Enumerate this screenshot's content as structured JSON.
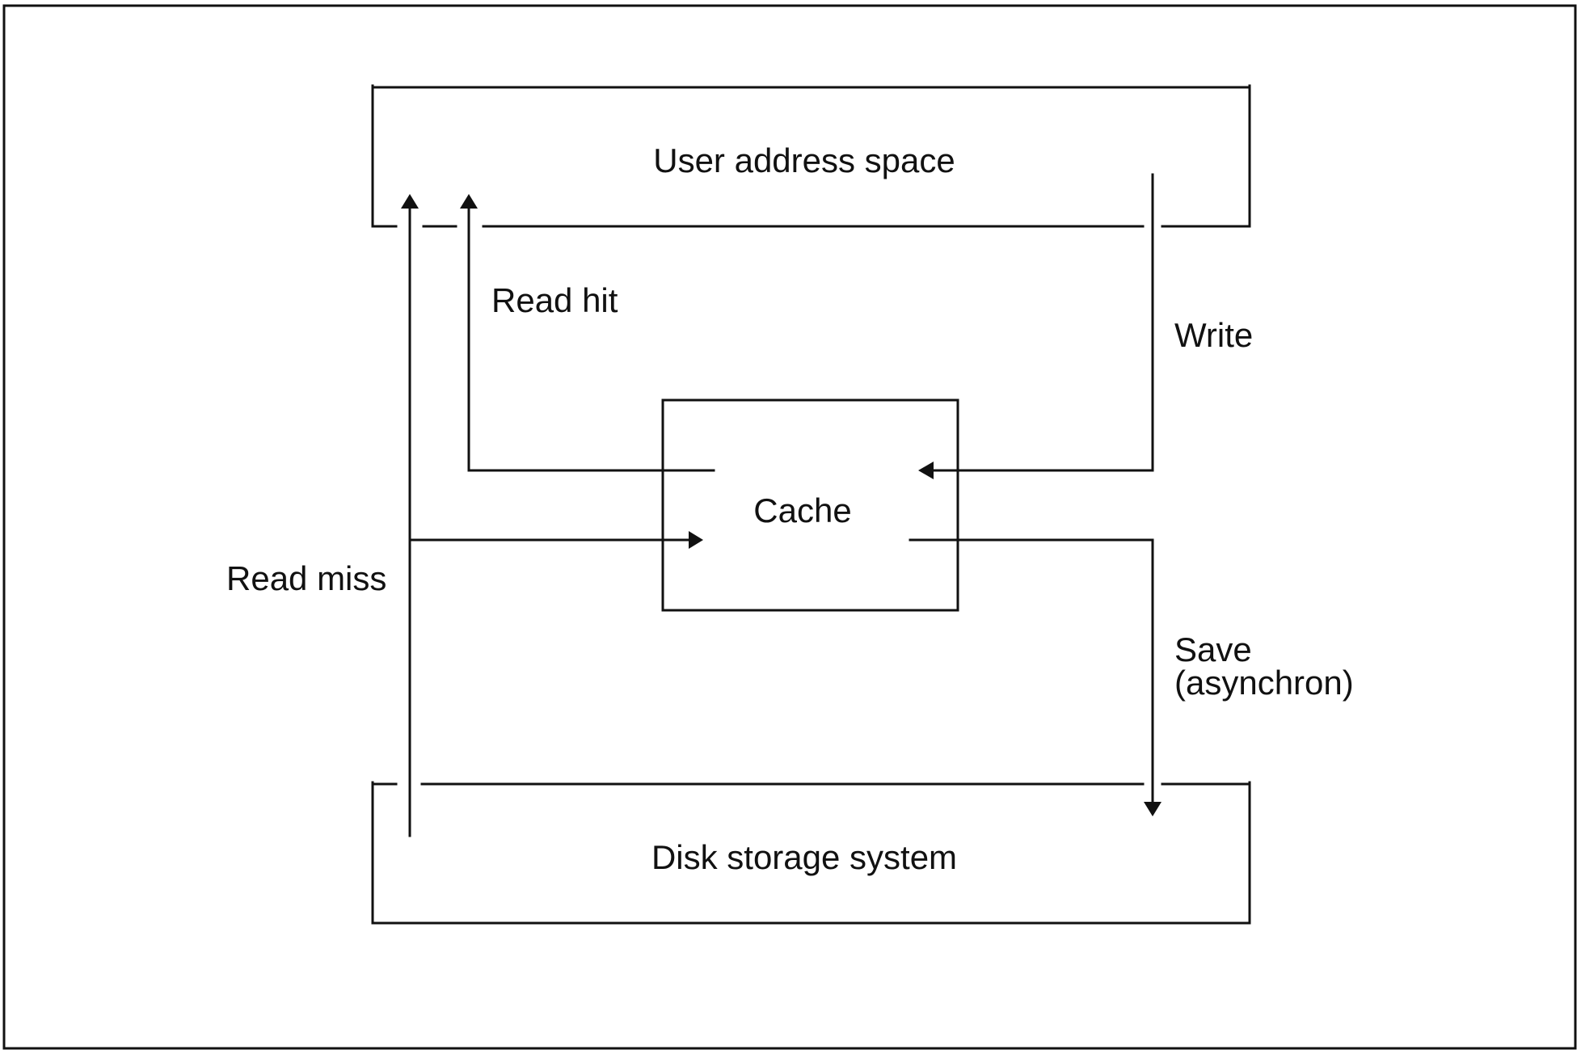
{
  "diagram": {
    "boxes": {
      "user_address_space": "User address space",
      "cache": "Cache",
      "disk_storage_system": "Disk storage system"
    },
    "flows": {
      "read_hit": "Read hit",
      "write": "Write",
      "read_miss": "Read miss",
      "save_line1": "Save",
      "save_line2": "(asynchron)"
    }
  }
}
